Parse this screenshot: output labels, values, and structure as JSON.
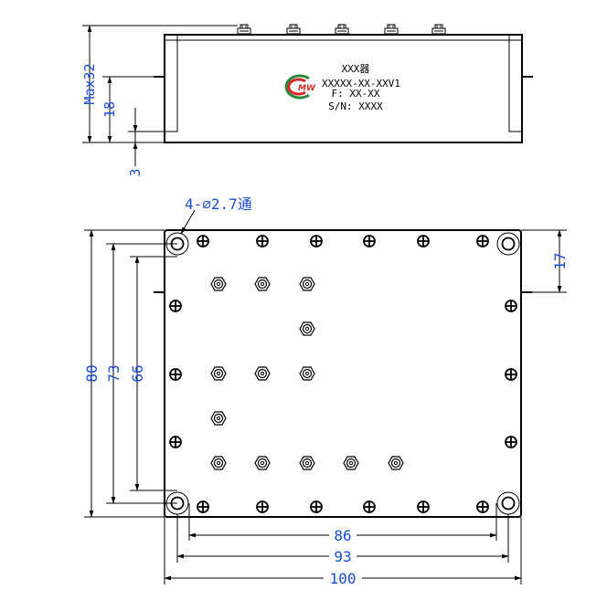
{
  "colors": {
    "line": "#000000",
    "dimension_text": "#1a4fd1",
    "logo_red": "#d42a2a",
    "logo_green": "#2a8a3a"
  },
  "side_view": {
    "label": {
      "line1": "XXX器",
      "line2": "XXXXX-XX-XXV1",
      "line3": "F: XX-XX",
      "line4": "S/N: XXXX"
    },
    "logo_text": "MW",
    "dims": {
      "max_height": "Max32",
      "connector_height": "18",
      "base_offset": "3"
    }
  },
  "top_view": {
    "hole_note": "4-⌀2.7通",
    "dims": {
      "height_outer": "80",
      "height_mid": "73",
      "height_inner": "66",
      "right_offset": "17",
      "width_inner": "86",
      "width_mid": "93",
      "width_outer": "100"
    }
  },
  "icons": {
    "screw": "screw-head-icon",
    "connector": "connector-port-icon",
    "mount_hole": "mounting-hole-icon"
  }
}
